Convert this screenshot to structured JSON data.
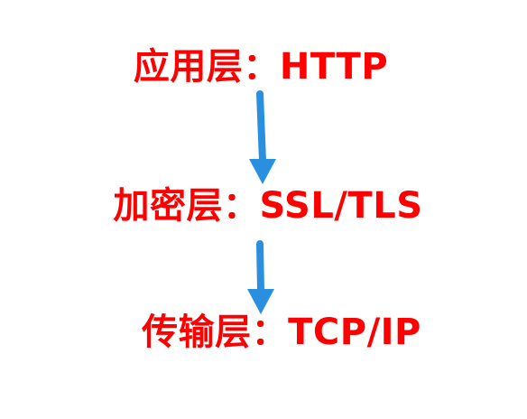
{
  "diagram": {
    "layers": [
      {
        "name": "应用层：HTTP"
      },
      {
        "name": "加密层：SSL/TLS"
      },
      {
        "name": "传输层：TCP/IP"
      }
    ]
  },
  "colors": {
    "text": "#ff0000",
    "arrow": "#2b8fe0",
    "background": "#ffffff"
  }
}
